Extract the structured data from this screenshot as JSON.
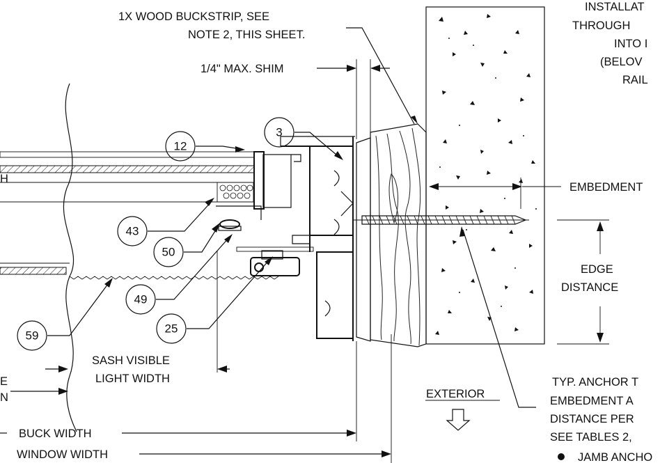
{
  "labels": {
    "buckstrip_1": "1X WOOD BUCKSTRIP, SEE",
    "buckstrip_2": "NOTE 2, THIS SHEET.",
    "shim": "1/4\" MAX. SHIM",
    "install_1": "INSTALLAT",
    "install_2": "THROUGH",
    "install_3": "INTO I",
    "install_4": "(BELOV",
    "install_5": "RAIL",
    "embedment": "EMBEDMENT",
    "edge_1": "EDGE",
    "edge_2": "DISTANCE",
    "sash_1": "SASH VISIBLE",
    "sash_2": "LIGHT WIDTH",
    "exterior": "EXTERIOR",
    "anchor_1": "TYP. ANCHOR T",
    "anchor_2": "EMBEDMENT A",
    "anchor_3": "DISTANCE PER",
    "anchor_4": "SEE TABLES 2,",
    "anchor_5": "JAMB ANCHO",
    "buck_width": "BUCK WIDTH",
    "window_width": "WINDOW WIDTH",
    "left_h": "H",
    "left_e": "E",
    "left_n": "N"
  },
  "callouts": {
    "c12": "12",
    "c3": "3",
    "c43": "43",
    "c50": "50",
    "c49": "49",
    "c25": "25",
    "c59": "59"
  }
}
